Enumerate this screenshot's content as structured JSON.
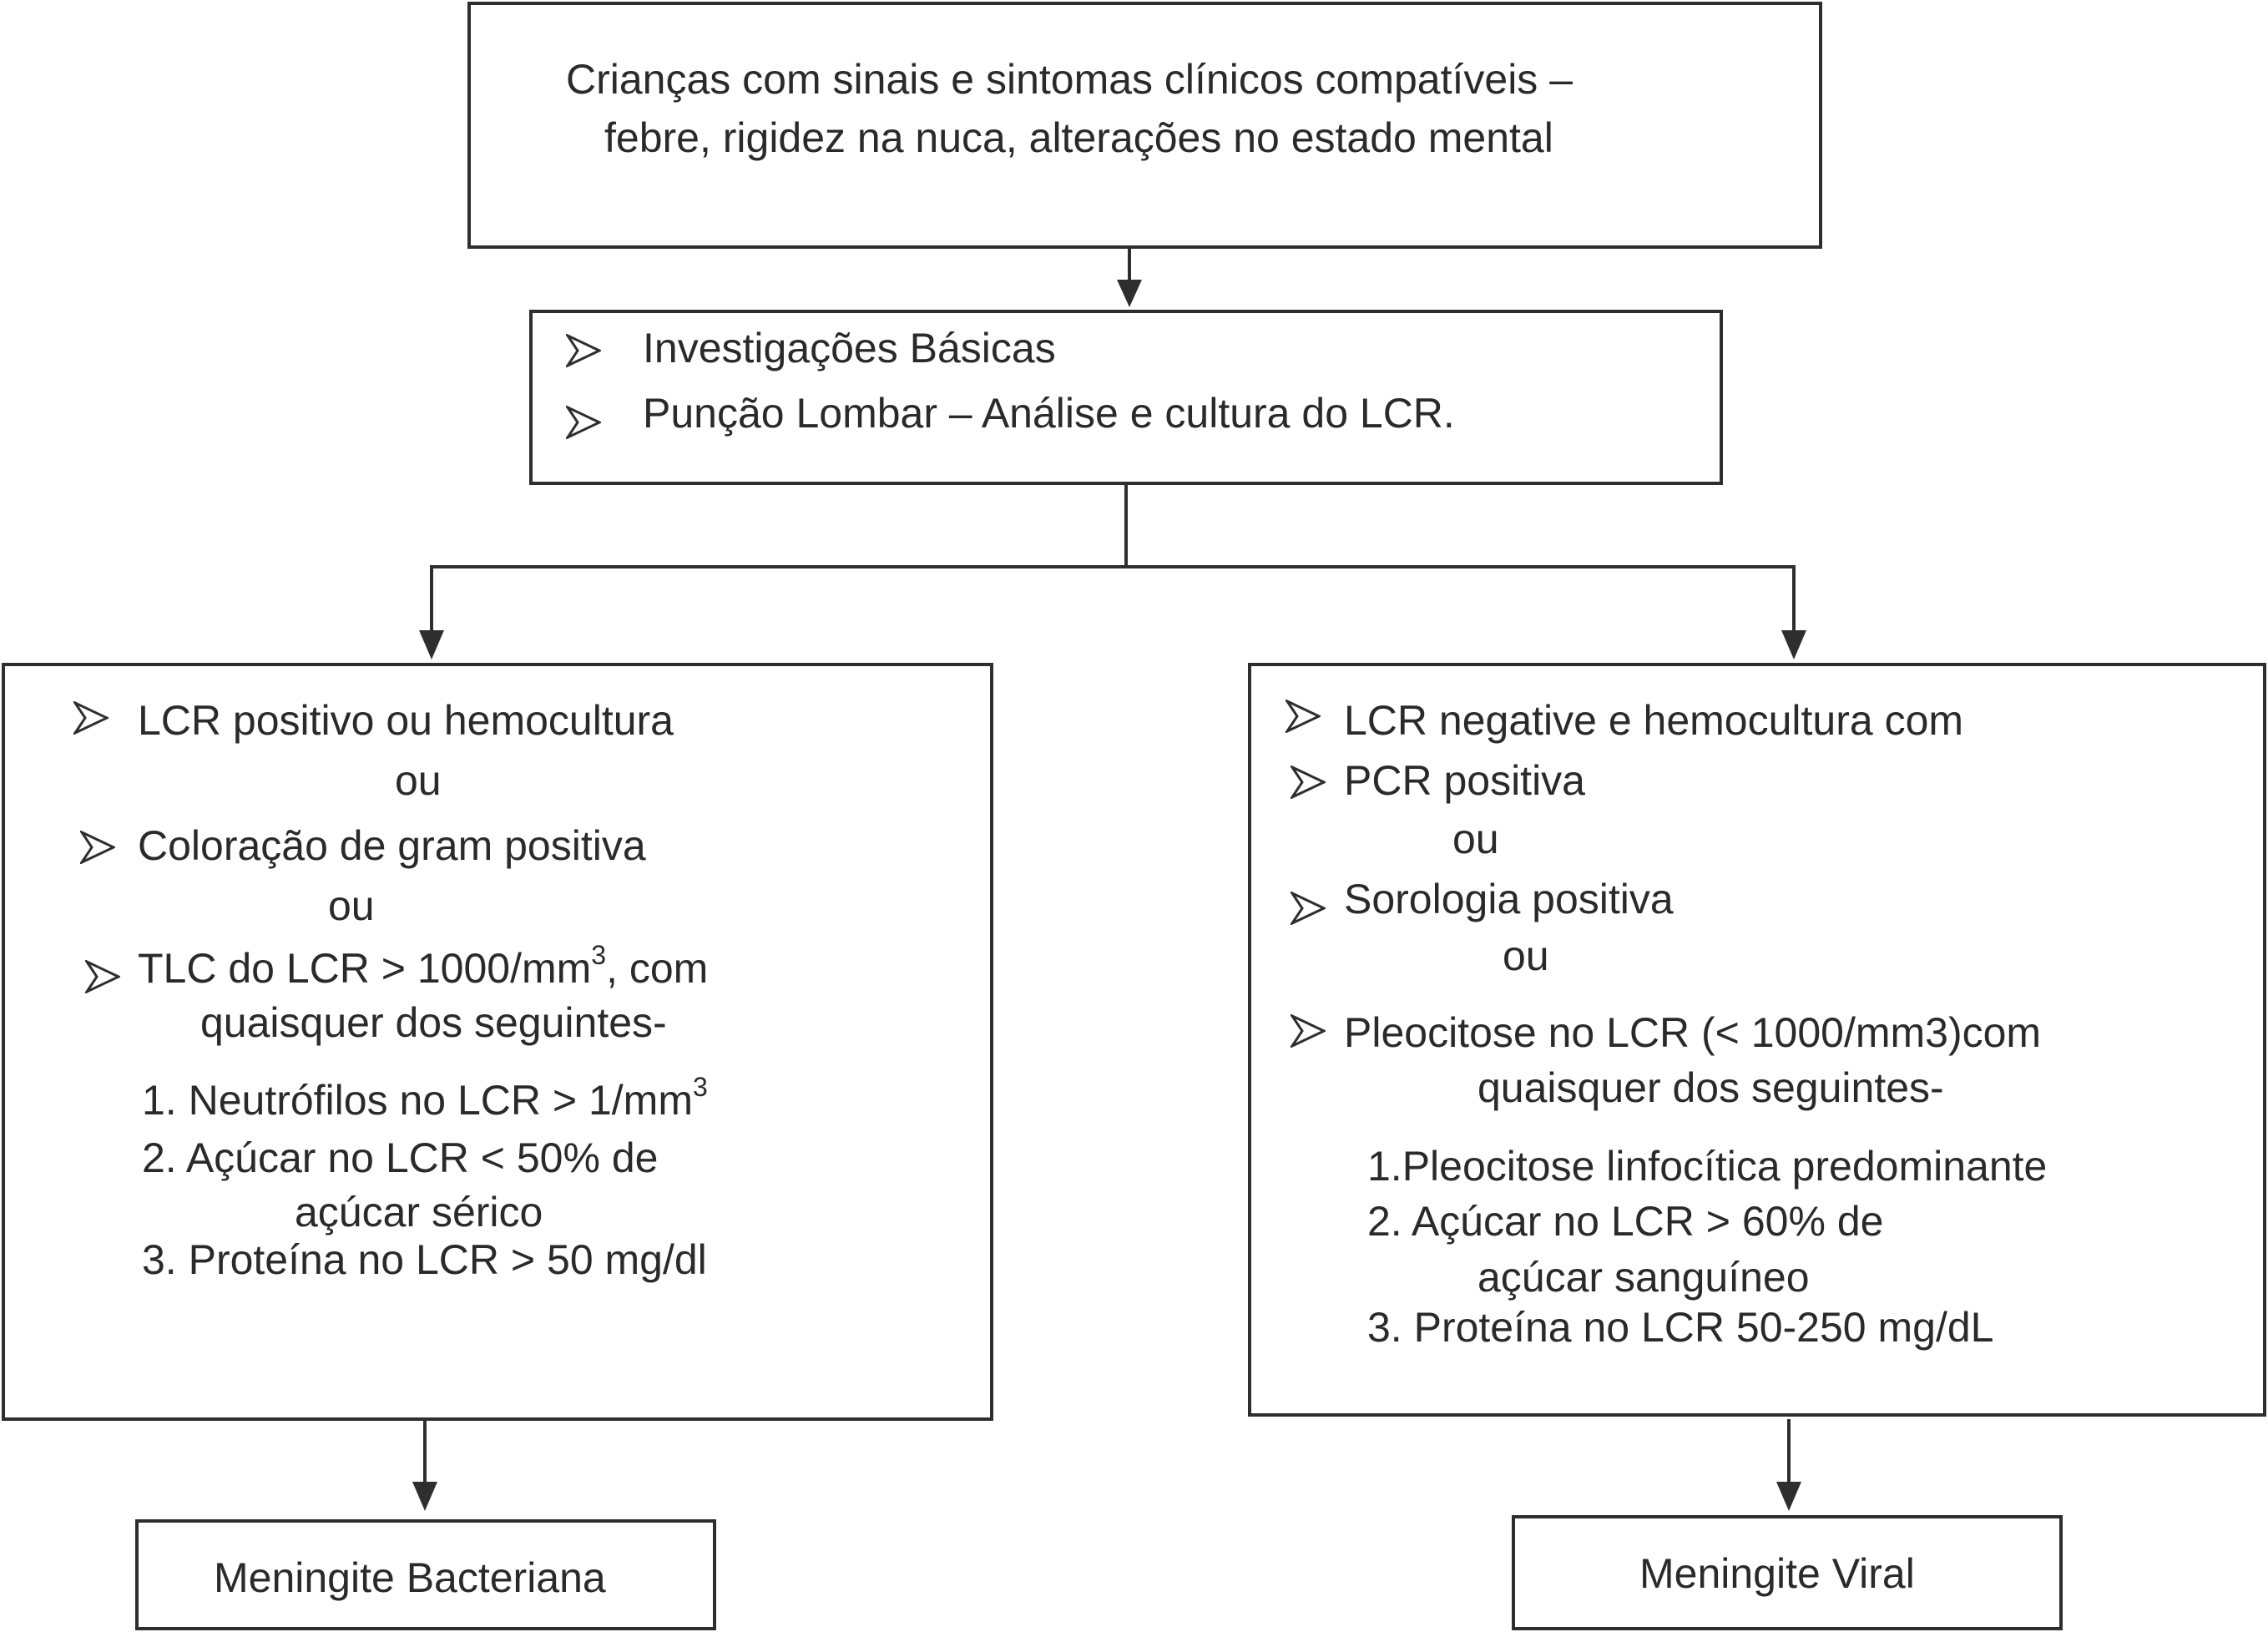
{
  "top": {
    "line1": "Crianças com sinais e sintomas clínicos compatíveis –",
    "line2": "febre, rigidez na nuca, alterações no estado mental"
  },
  "investigations": {
    "item1": "Investigações Básicas",
    "item2": "Punção Lombar – Análise e cultura do LCR."
  },
  "bacterial_criteria": {
    "item1": "LCR positivo ou hemocultura",
    "or1": "ou",
    "item2": "Coloração de gram positiva",
    "or2": "ou",
    "item3_pre": "TLC do LCR > 1000/mm",
    "item3_sup": "3",
    "item3_post": ", com",
    "item3_line2": "quaisquer dos seguintes-",
    "sub1_pre": "1. Neutrófilos no LCR > 1/mm",
    "sub1_sup": "3",
    "sub2": "2. Açúcar no LCR < 50% de",
    "sub2_cont": "açúcar sérico",
    "sub3": "3. Proteína no LCR > 50 mg/dl"
  },
  "viral_criteria": {
    "item1": "LCR negative e hemocultura com",
    "item2": "PCR positiva",
    "or1": "ou",
    "item3": "Sorologia positiva",
    "or2": "ou",
    "item4": "Pleocitose no LCR (< 1000/mm3)com",
    "item4_line2": "quaisquer dos seguintes-",
    "sub1": "1.Pleocitose linfocítica predominante",
    "sub2": "2. Açúcar no LCR > 60% de",
    "sub2_cont": "açúcar sanguíneo",
    "sub3": "3. Proteína no LCR 50-250 mg/dL"
  },
  "outcomes": {
    "bacterial": "Meningite Bacteriana",
    "viral": "Meningite Viral"
  }
}
